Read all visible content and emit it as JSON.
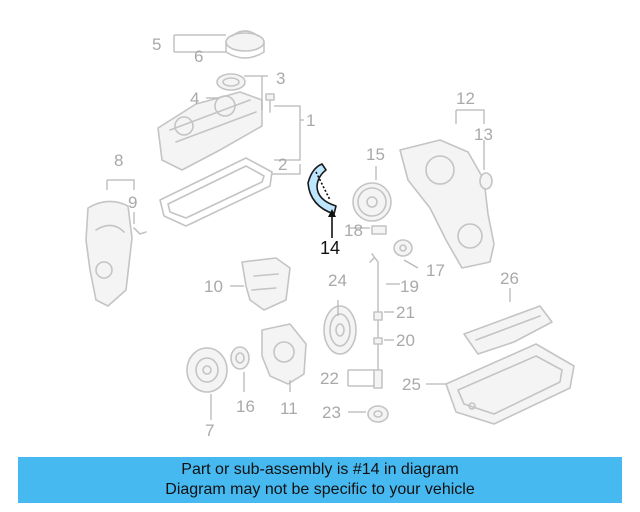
{
  "callouts": {
    "n1": "1",
    "n2": "2",
    "n3": "3",
    "n4": "4",
    "n5": "5",
    "n6": "6",
    "n7": "7",
    "n8": "8",
    "n9": "9",
    "n10": "10",
    "n11": "11",
    "n12": "12",
    "n13": "13",
    "n14": "14",
    "n15": "15",
    "n16": "16",
    "n17": "17",
    "n18": "18",
    "n19": "19",
    "n20": "20",
    "n21": "21",
    "n22": "22",
    "n23": "23",
    "n24": "24",
    "n25": "25",
    "n26": "26"
  },
  "highlight": {
    "part_number": "14",
    "color": "#bfe6ff",
    "caption_bar_color": "#47b9f1"
  },
  "caption": {
    "line1": "Part or sub-assembly is #14 in diagram",
    "line2": "Diagram may not be specific to your vehicle"
  }
}
